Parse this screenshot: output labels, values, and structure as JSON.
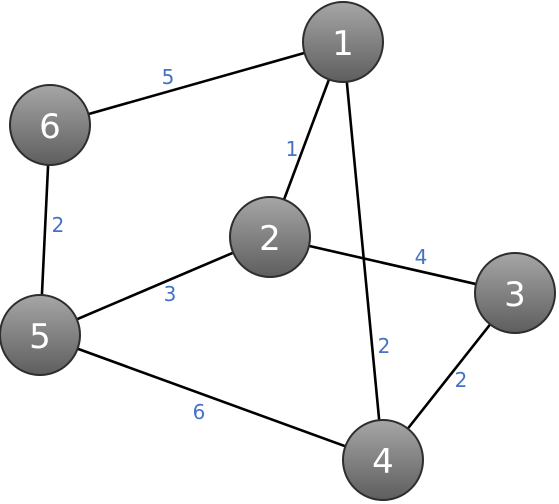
{
  "graph": {
    "nodes": [
      {
        "id": "1",
        "label": "1"
      },
      {
        "id": "2",
        "label": "2"
      },
      {
        "id": "3",
        "label": "3"
      },
      {
        "id": "4",
        "label": "4"
      },
      {
        "id": "5",
        "label": "5"
      },
      {
        "id": "6",
        "label": "6"
      }
    ],
    "edges": [
      {
        "from": "6",
        "to": "1",
        "weight": "5"
      },
      {
        "from": "1",
        "to": "2",
        "weight": "1"
      },
      {
        "from": "1",
        "to": "4",
        "weight": "2"
      },
      {
        "from": "6",
        "to": "5",
        "weight": "2"
      },
      {
        "from": "2",
        "to": "3",
        "weight": "4"
      },
      {
        "from": "2",
        "to": "5",
        "weight": "3"
      },
      {
        "from": "3",
        "to": "4",
        "weight": "2"
      },
      {
        "from": "5",
        "to": "4",
        "weight": "6"
      }
    ],
    "colors": {
      "node_fill_top": "#a6a6a6",
      "node_fill_bottom": "#5e5e5e",
      "node_stroke": "#2e2e2e",
      "node_text": "#ffffff",
      "edge": "#000000",
      "weight_text": "#4472c4",
      "background": "#ffffff"
    }
  }
}
